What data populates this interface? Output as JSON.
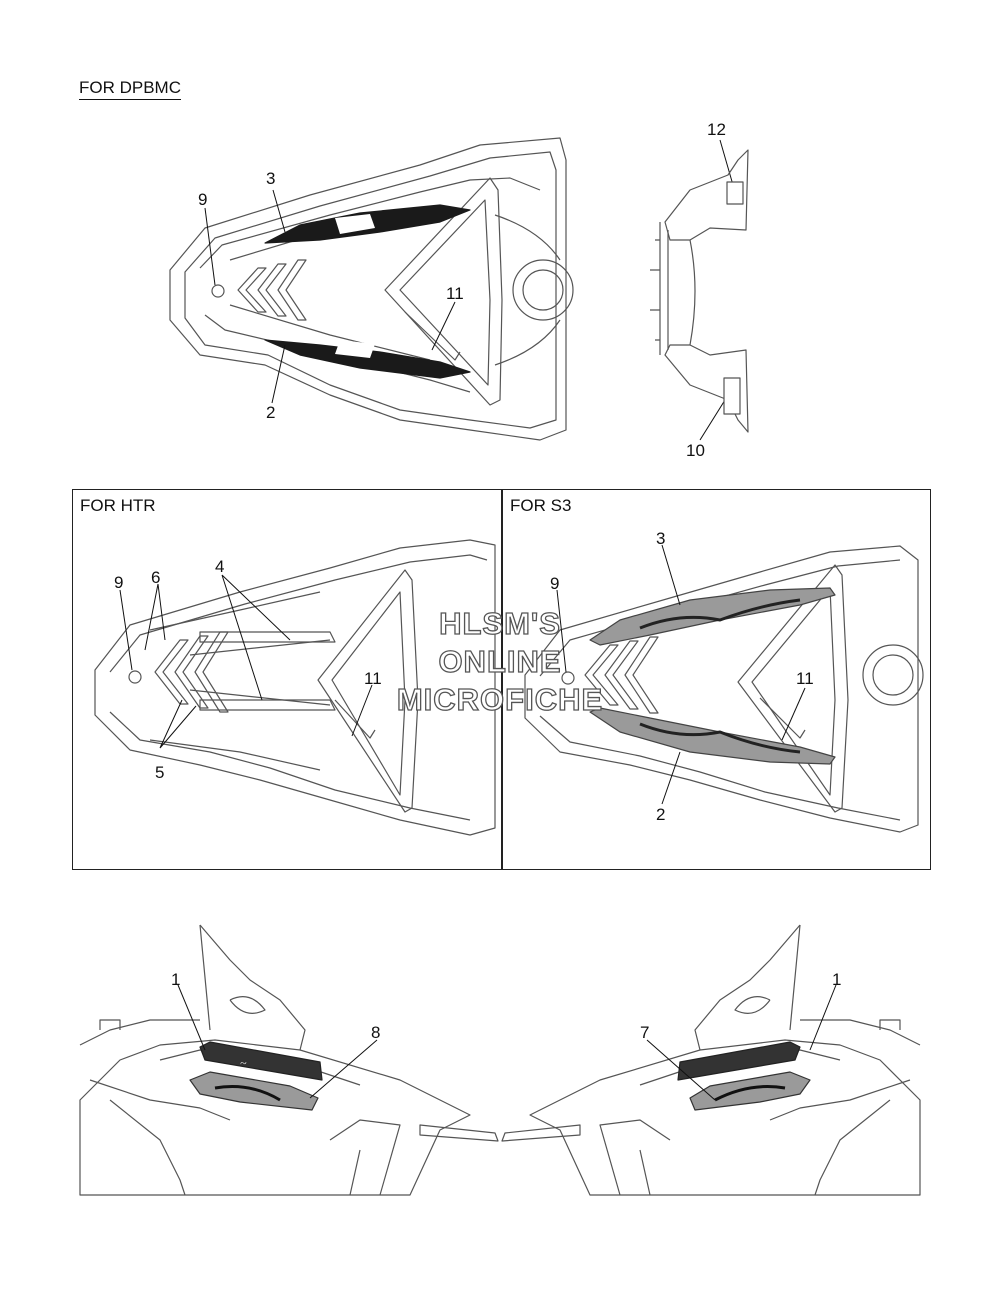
{
  "sections": {
    "dpbmc": {
      "title": "FOR DPBMC"
    },
    "htr": {
      "title": "FOR HTR"
    },
    "s3": {
      "title": "FOR S3"
    }
  },
  "callouts": {
    "dpbmc_top": {
      "n3": "3",
      "n9": "9",
      "n11": "11",
      "n2": "2"
    },
    "dpbmc_side": {
      "n12": "12",
      "n10": "10"
    },
    "htr": {
      "n9": "9",
      "n6": "6",
      "n4": "4",
      "n11": "11",
      "n5": "5"
    },
    "s3": {
      "n3": "3",
      "n9": "9",
      "n11": "11",
      "n2": "2"
    },
    "side_left": {
      "n1": "1",
      "n8": "8"
    },
    "side_right": {
      "n1": "1",
      "n7": "7"
    }
  },
  "watermark": {
    "line1": "HLSM'S",
    "line2": "ONLINE",
    "line3": "MICROFICHE"
  },
  "colors": {
    "line": "#555555",
    "decal_dark": "#1a1a1a",
    "decal_gray": "#9a9a9a"
  }
}
